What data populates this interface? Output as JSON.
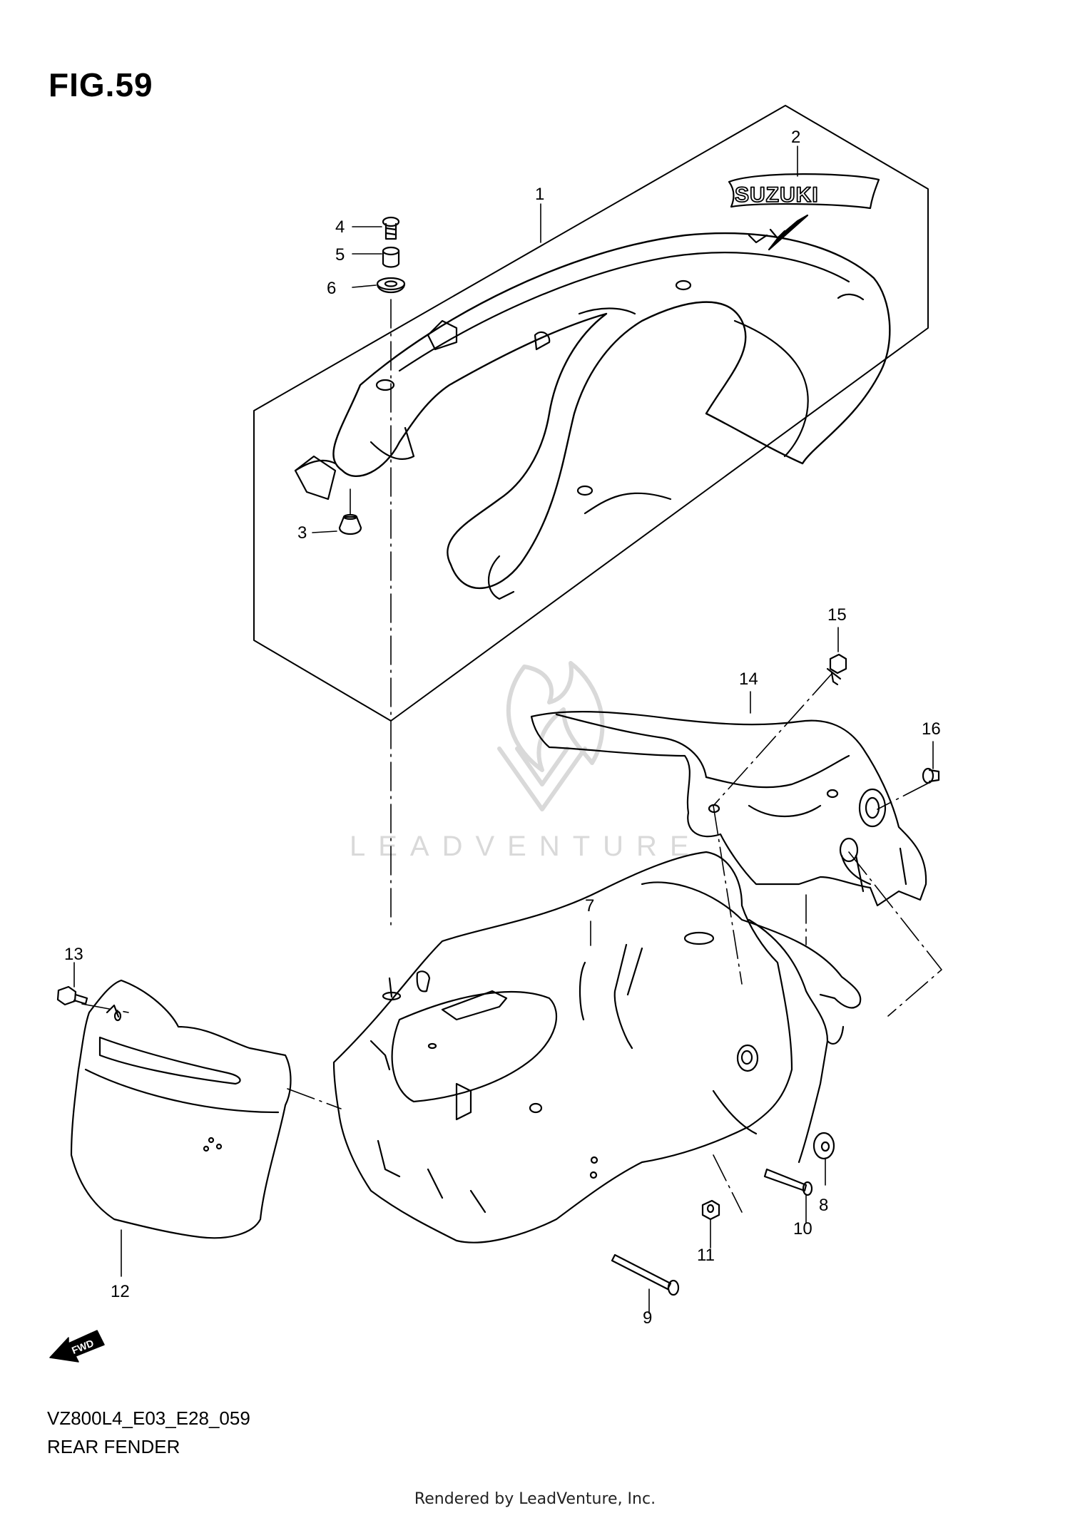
{
  "figure": {
    "title": "FIG.59",
    "code": "VZ800L4_E03_E28_059",
    "caption": "REAR FENDER",
    "rendered_by": "Rendered by LeadVenture, Inc."
  },
  "watermark": {
    "text": "LEADVENTURE"
  },
  "emblem": {
    "text": "SUZUKI"
  },
  "fwd_arrow": {
    "text": "FWD"
  },
  "callouts": {
    "c1": "1",
    "c2": "2",
    "c3": "3",
    "c4": "4",
    "c5": "5",
    "c6": "6",
    "c7": "7",
    "c8": "8",
    "c9": "9",
    "c10": "10",
    "c11": "11",
    "c12": "12",
    "c13": "13",
    "c14": "14",
    "c15": "15",
    "c16": "16"
  },
  "colors": {
    "line": "#000000",
    "watermark": "#d9d9d9"
  }
}
